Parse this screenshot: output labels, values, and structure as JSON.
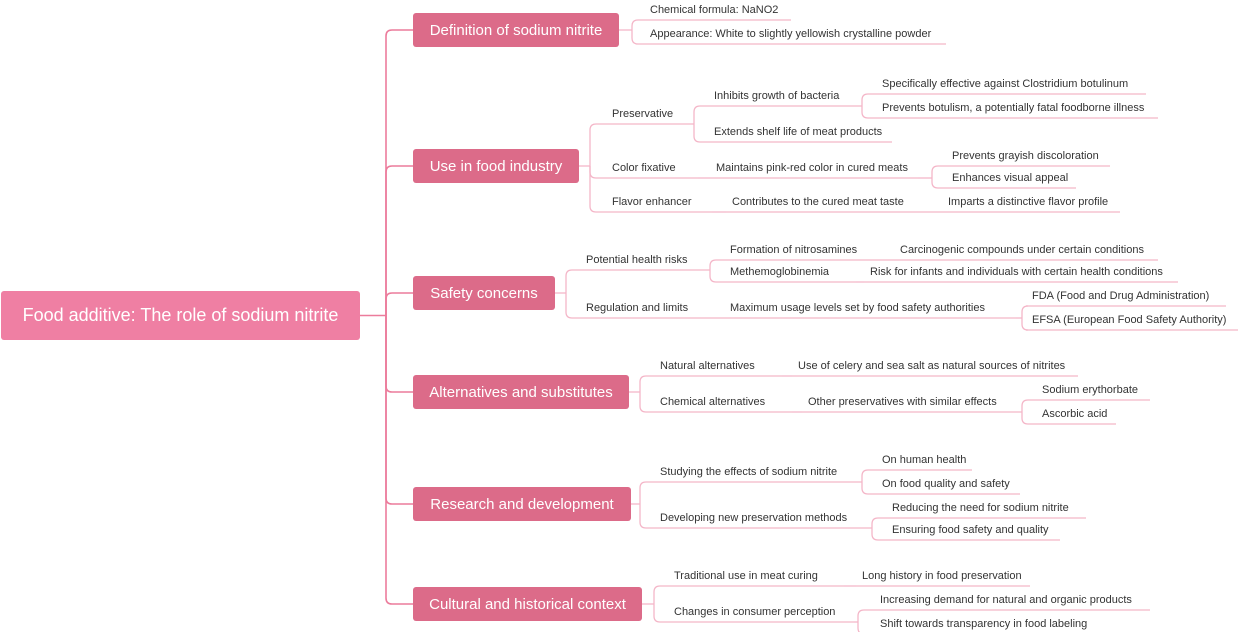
{
  "colors": {
    "root_fill": "#ef7fa3",
    "branch_fill": "#dc6b89",
    "main_line": "#ec7c9c",
    "sub_line": "#f4b6c8",
    "leaf_text": "#333333"
  },
  "root": {
    "label": "Food additive: The role of sodium nitrite"
  },
  "branches": [
    {
      "label": "Definition of sodium nitrite",
      "children": [
        {
          "label": "Chemical formula: NaNO2"
        },
        {
          "label": "Appearance: White to slightly yellowish crystalline powder"
        }
      ]
    },
    {
      "label": "Use in food industry",
      "children": [
        {
          "label": "Preservative",
          "children": [
            {
              "label": "Inhibits growth of bacteria",
              "children": [
                {
                  "label": "Specifically effective against Clostridium botulinum"
                },
                {
                  "label": "Prevents botulism, a potentially fatal foodborne illness"
                }
              ]
            },
            {
              "label": "Extends shelf life of meat products"
            }
          ]
        },
        {
          "label": "Color fixative",
          "children": [
            {
              "label": "Maintains pink-red color in cured meats",
              "children": [
                {
                  "label": "Prevents grayish discoloration"
                },
                {
                  "label": "Enhances visual appeal"
                }
              ]
            }
          ]
        },
        {
          "label": "Flavor enhancer",
          "children": [
            {
              "label": "Contributes to the cured meat taste",
              "children": [
                {
                  "label": "Imparts a distinctive flavor profile"
                }
              ]
            }
          ]
        }
      ]
    },
    {
      "label": "Safety concerns",
      "children": [
        {
          "label": "Potential health risks",
          "children": [
            {
              "label": "Formation of nitrosamines",
              "children": [
                {
                  "label": "Carcinogenic compounds under certain conditions"
                }
              ]
            },
            {
              "label": "Methemoglobinemia",
              "children": [
                {
                  "label": "Risk for infants and individuals with certain health conditions"
                }
              ]
            }
          ]
        },
        {
          "label": "Regulation and limits",
          "children": [
            {
              "label": "Maximum usage levels set by food safety authorities",
              "children": [
                {
                  "label": "FDA (Food and Drug Administration)"
                },
                {
                  "label": "EFSA (European Food Safety Authority)"
                }
              ]
            }
          ]
        }
      ]
    },
    {
      "label": "Alternatives and substitutes",
      "children": [
        {
          "label": "Natural alternatives",
          "children": [
            {
              "label": "Use of celery and sea salt as natural sources of nitrites"
            }
          ]
        },
        {
          "label": "Chemical alternatives",
          "children": [
            {
              "label": "Other preservatives with similar effects",
              "children": [
                {
                  "label": "Sodium erythorbate"
                },
                {
                  "label": "Ascorbic acid"
                }
              ]
            }
          ]
        }
      ]
    },
    {
      "label": "Research and development",
      "children": [
        {
          "label": "Studying the effects of sodium nitrite",
          "children": [
            {
              "label": "On human health"
            },
            {
              "label": "On food quality and safety"
            }
          ]
        },
        {
          "label": "Developing new preservation methods",
          "children": [
            {
              "label": "Reducing the need for sodium nitrite"
            },
            {
              "label": "Ensuring food safety and quality"
            }
          ]
        }
      ]
    },
    {
      "label": "Cultural and historical context",
      "children": [
        {
          "label": "Traditional use in meat curing",
          "children": [
            {
              "label": "Long history in food preservation"
            }
          ]
        },
        {
          "label": "Changes in consumer perception",
          "children": [
            {
              "label": "Increasing demand for natural and organic products"
            },
            {
              "label": "Shift towards transparency in food labeling"
            }
          ]
        }
      ]
    }
  ]
}
